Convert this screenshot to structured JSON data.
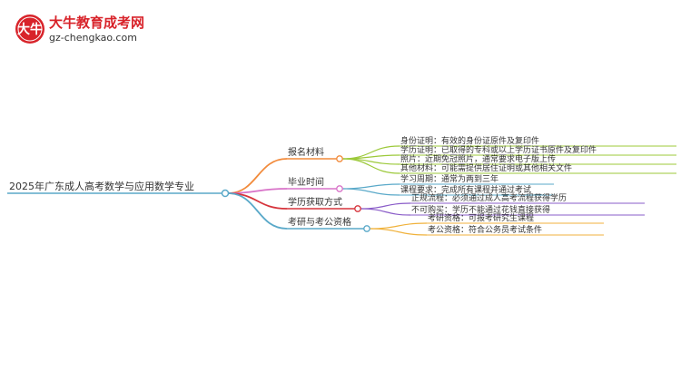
{
  "logo": {
    "site_name": "大牛教育成考网",
    "url": "gz-chengkao.com",
    "mark_text": "大牛"
  },
  "mindmap": {
    "root": "2025年广东成人高考数学与应用数学专业",
    "branches": [
      {
        "label": "报名材料",
        "color": "#f28b3c",
        "leaf_color": "#9cc93a",
        "children": [
          "身份证明：有效的身份证原件及复印件",
          "学历证明：已取得的专科或以上学历证书原件及复印件",
          "照片：近期免冠照片，通常要求电子版上传",
          "其他材料：可能需提供居住证明或其他相关文件"
        ]
      },
      {
        "label": "毕业时间",
        "color": "#d873c8",
        "leaf_color": "#5aa9c9",
        "children": [
          "学习周期：通常为两到三年",
          "课程要求：完成所有课程并通过考试"
        ]
      },
      {
        "label": "学历获取方式",
        "color": "#d6343c",
        "leaf_color": "#8a5cc8",
        "children": [
          "正规流程：必须通过成人高考流程获得学历",
          "不可购买：学历不能通过花钱直接获得"
        ]
      },
      {
        "label": "考研与考公资格",
        "color": "#5aa9c9",
        "leaf_color": "#f0b23c",
        "children": [
          "考研资格：可报考研究生课程",
          "考公资格：符合公务员考试条件"
        ]
      }
    ]
  }
}
